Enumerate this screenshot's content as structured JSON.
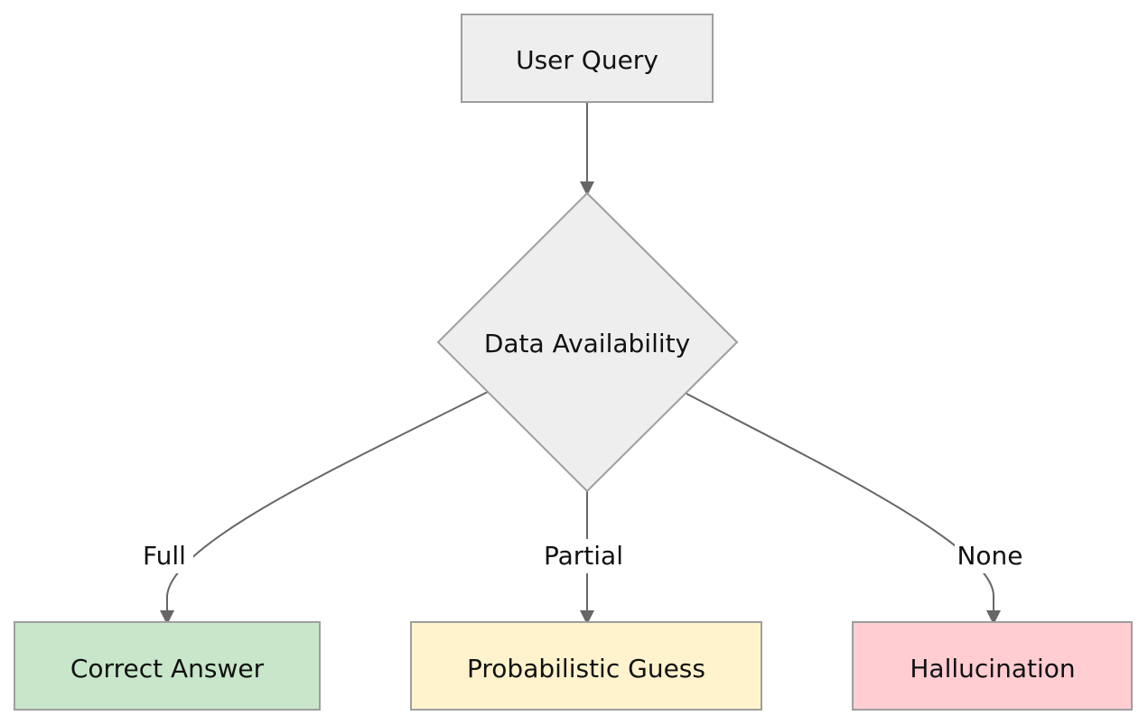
{
  "diagram": {
    "nodes": {
      "user_query": {
        "label": "User Query",
        "fill": "#eeeeee",
        "stroke": "#9e9e9e"
      },
      "data_availability": {
        "label": "Data Availability",
        "fill": "#eeeeee",
        "stroke": "#9e9e9e"
      },
      "correct_answer": {
        "label": "Correct Answer",
        "fill": "#c8e6c9",
        "stroke": "#9e9e9e"
      },
      "probabilistic_guess": {
        "label": "Probabilistic Guess",
        "fill": "#fff3cd",
        "stroke": "#9e9e9e"
      },
      "hallucination": {
        "label": "Hallucination",
        "fill": "#ffcdd2",
        "stroke": "#9e9e9e"
      }
    },
    "edges": {
      "full": {
        "label": "Full"
      },
      "partial": {
        "label": "Partial"
      },
      "none": {
        "label": "None"
      }
    },
    "edge_color": "#666666"
  }
}
